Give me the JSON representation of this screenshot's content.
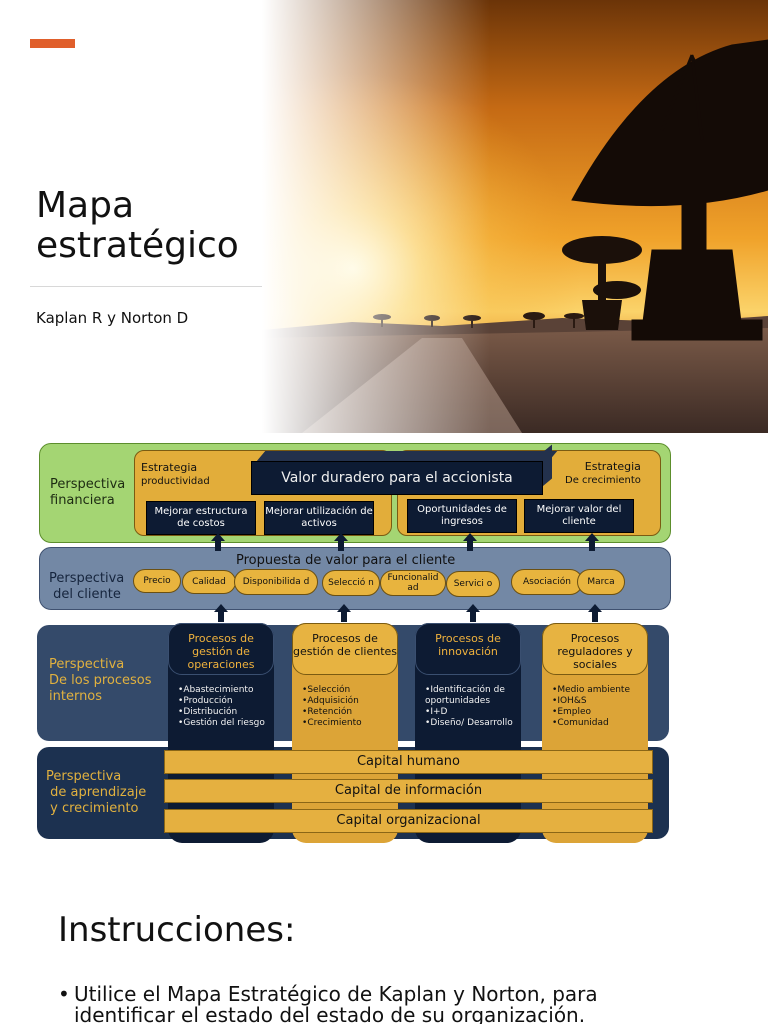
{
  "slide": {
    "accent_color": "#e05f2b",
    "title_line1": "Mapa",
    "title_line2": "estratégico",
    "subtitle": "Kaplan R y Norton D"
  },
  "map": {
    "perspectives": {
      "financiera": [
        "Perspectiva",
        "financiera"
      ],
      "cliente": [
        "Perspectiva",
        "del cliente"
      ],
      "internos": [
        "Perspectiva",
        "De los procesos",
        "internos"
      ],
      "aprendizaje": [
        "Perspectiva",
        "de aprendizaje",
        "y crecimiento"
      ]
    },
    "financiera": {
      "estrategia_left": [
        "Estrategia",
        "productividad"
      ],
      "estrategia_right": [
        "Estrategia",
        "De crecimiento"
      ],
      "valor": "Valor duradero para el accionista",
      "boxes": [
        "Mejorar estructura de costos",
        "Mejorar utilización de activos",
        "Oportunidades de ingresos",
        "Mejorar valor del cliente"
      ]
    },
    "cliente": {
      "propuesta": "Propuesta de valor para el cliente",
      "attributes": [
        "Precio",
        "Calidad",
        "Disponibilida d",
        "Selecció n",
        "Funcionalid ad",
        "Servici o",
        "Asociación",
        "Marca"
      ]
    },
    "procesos": [
      {
        "title": "Procesos de gestión de operaciones",
        "items": [
          "Abastecimiento",
          "Producción",
          "Distribución",
          "Gestión del riesgo"
        ]
      },
      {
        "title": "Procesos de gestión de clientes",
        "items": [
          "Selección",
          "Adquisición",
          "Retención",
          "Crecimiento"
        ]
      },
      {
        "title": "Procesos de innovación",
        "items": [
          "Identificación de oportunidades",
          "I+D",
          "Diseño/ Desarrollo"
        ]
      },
      {
        "title": "Procesos reguladores y sociales",
        "items": [
          "Medio ambiente",
          "IOH&S",
          "Empleo",
          "Comunidad"
        ]
      }
    ],
    "capital": [
      "Capital humano",
      "Capital de información",
      "Capital organizacional"
    ]
  },
  "instructions": {
    "title": "Instrucciones:",
    "bullet_line1": "Utilice el Mapa Estratégico de Kaplan y Norton, para",
    "bullet_line2": "identificar el estado del estado de su organización."
  }
}
